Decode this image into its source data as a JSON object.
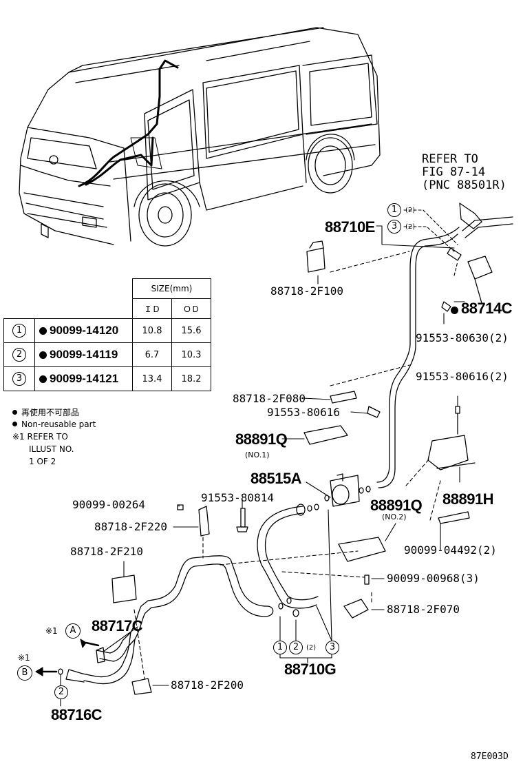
{
  "refer": [
    "REFER TO",
    "FIG 87-14",
    "(PNC 88501R)"
  ],
  "labels": {
    "l_88710E": "88710E",
    "l_887182F100": "88718-2F100",
    "l_88714C": "88714C",
    "l_9155380630": "91553-80630(2)",
    "l_9155380616b": "91553-80616(2)",
    "l_887182F080": "88718-2F080",
    "l_9155380616": "91553-80616",
    "l_88891Q1": "88891Q",
    "l_no1": "(NO.1)",
    "l_88515A": "88515A",
    "l_88891H": "88891H",
    "l_88891Q2": "88891Q",
    "l_no2": "(NO.2)",
    "l_9009900264": "90099-00264",
    "l_9155380814": "91553-80814",
    "l_887182F220": "88718-2F220",
    "l_887182F210": "88718-2F210",
    "l_9009904492": "90099-04492(2)",
    "l_9009900968": "90099-00968(3)",
    "l_887182F070": "88718-2F070",
    "l_88717C": "88717C",
    "l_887182F200": "88718-2F200",
    "l_88710G": "88710G",
    "l_88716C": "88716C",
    "l_code": "87E003D"
  },
  "callouts": {
    "c1": "1",
    "c3": "3",
    "q2a": "(2)",
    "q2b": "(2)",
    "g1": "1",
    "g2": "2",
    "g3": "3",
    "g2q": "(2)",
    "c2": "2",
    "A": "A",
    "B": "B",
    "ref1": "※1",
    "ref2": "※1"
  },
  "table": {
    "size_header": "SIZE(mm)",
    "id_header": "ＩＤ",
    "od_header": "ＯＤ",
    "rows": [
      {
        "no": "1",
        "part": "90099-14120",
        "id": "10.8",
        "od": "15.6"
      },
      {
        "no": "2",
        "part": "90099-14119",
        "id": "6.7",
        "od": "10.3"
      },
      {
        "no": "3",
        "part": "90099-14121",
        "id": "13.4",
        "od": "18.2"
      }
    ]
  },
  "notes": {
    "n1": "再使用不可部品",
    "n2": "Non-reusable part",
    "n3": "※1 REFER TO",
    "n4": "ILLUST NO.",
    "n5": "1 OF 2"
  }
}
